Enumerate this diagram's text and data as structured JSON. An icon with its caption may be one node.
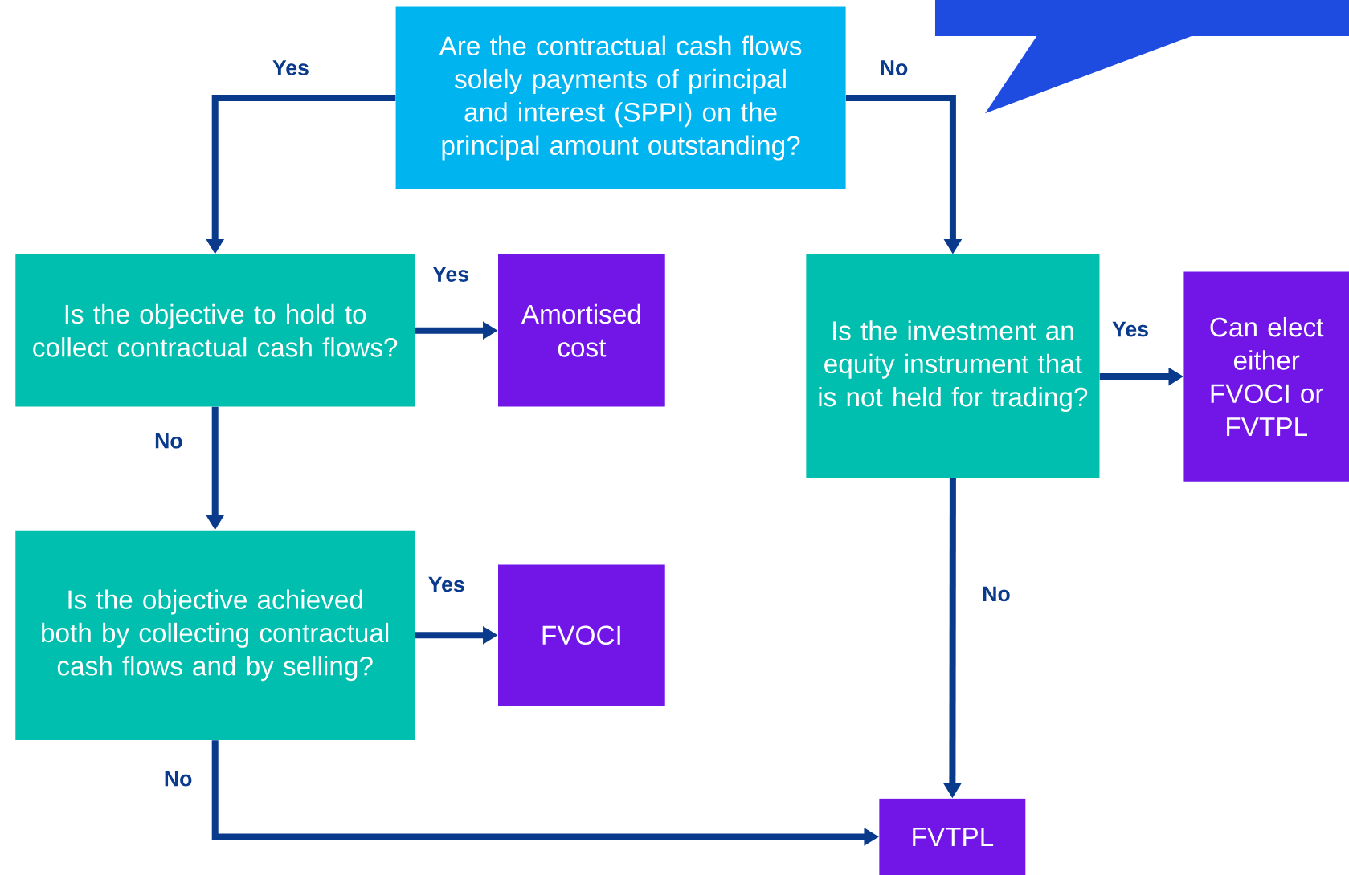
{
  "diagram": {
    "nodes": [
      {
        "text": [
          "Are the contractual cash flows solely payments of principal and interest  (SPPI) on the principal amount outstanding?"
        ]
      },
      {
        "text": [
          "Is the objective to hold to collect contractual cash flows?"
        ]
      },
      {
        "text": [
          "Amortised cost"
        ]
      },
      {
        "text": [
          "Is the objective achieved both by collecting contractual cash flows and by selling?"
        ]
      },
      {
        "text": [
          "FVOCI"
        ]
      },
      {
        "text": [
          "Is the investment an equity instrument that is not held for trading?"
        ]
      },
      {
        "text": [
          "Can elect either FVOCI or FVTPL"
        ]
      },
      {
        "text": [
          "FVTPL"
        ]
      },
      {
        "text": [],
        "shape": "callout"
      }
    ],
    "edges": [
      {
        "from": 0,
        "to": 1,
        "arrow": "to",
        "label": "Yes"
      },
      {
        "from": 0,
        "to": 5,
        "arrow": "to",
        "label": "No"
      },
      {
        "from": 1,
        "to": 2,
        "arrow": "to",
        "label": "Yes"
      },
      {
        "from": 1,
        "to": 3,
        "arrow": "to",
        "label": "No"
      },
      {
        "from": 3,
        "to": 4,
        "arrow": "to",
        "label": "Yes"
      },
      {
        "from": 3,
        "to": 7,
        "arrow": "to",
        "label": "No"
      },
      {
        "from": 5,
        "to": 6,
        "arrow": "to",
        "label": "Yes"
      },
      {
        "from": 5,
        "to": 7,
        "arrow": "to",
        "label": "No"
      }
    ]
  }
}
